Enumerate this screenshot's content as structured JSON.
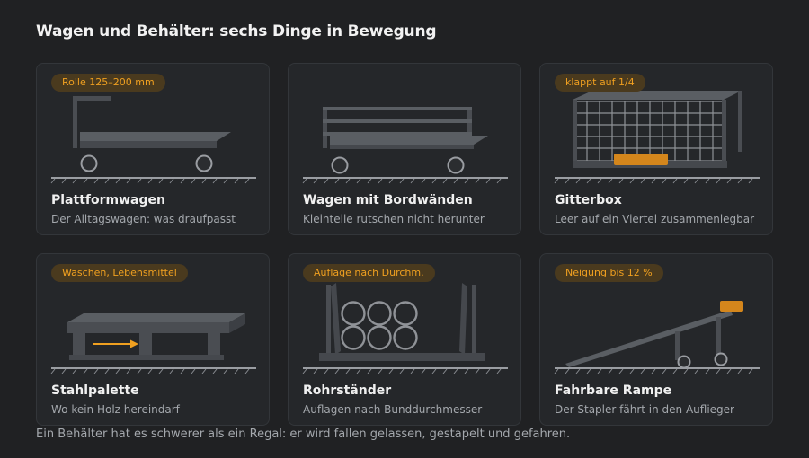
{
  "page": {
    "title": "Wagen und Behälter: sechs Dinge in Bewegung",
    "footer": "Ein Behälter hat es schwerer als ein Regal: er wird fallen gelassen, gestapelt und gefahren."
  },
  "colors": {
    "background": "#202123",
    "card": "#25272a",
    "accent": "#f0a020",
    "badge_bg": "#4a3a1e",
    "metal": "#4a4d52",
    "metal_light": "#5a5e63"
  },
  "cards": [
    {
      "badge": "Rolle 125–200 mm",
      "title": "Plattformwagen",
      "subtitle": "Der Alltagswagen: was draufpasst",
      "icon": "platform-cart-icon"
    },
    {
      "badge": "",
      "title": "Wagen mit Bordwänden",
      "subtitle": "Kleinteile rutschen nicht herunter",
      "icon": "side-wall-cart-icon"
    },
    {
      "badge": "klappt auf 1/4",
      "title": "Gitterbox",
      "subtitle": "Leer auf ein Viertel zusammenlegbar",
      "icon": "mesh-box-icon"
    },
    {
      "badge": "Waschen, Lebensmittel",
      "title": "Stahlpalette",
      "subtitle": "Wo kein Holz hereindarf",
      "icon": "steel-pallet-icon"
    },
    {
      "badge": "Auflage nach Durchm.",
      "title": "Rohrständer",
      "subtitle": "Auflagen nach Bunddurchmesser",
      "icon": "pipe-rack-icon"
    },
    {
      "badge": "Neigung bis 12 %",
      "title": "Fahrbare Rampe",
      "subtitle": "Der Stapler fährt in den Auflieger",
      "icon": "mobile-ramp-icon"
    }
  ]
}
